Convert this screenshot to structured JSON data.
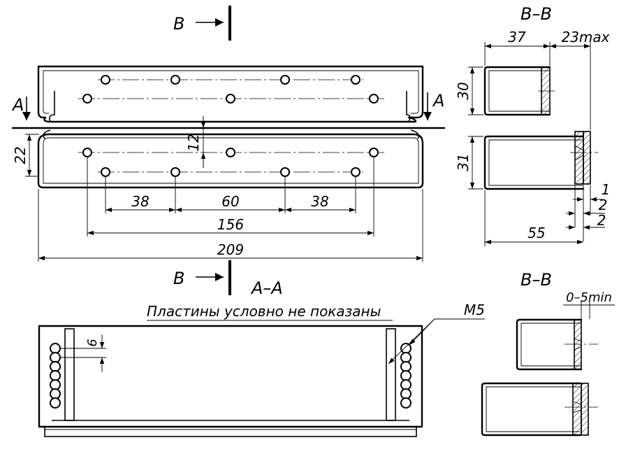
{
  "labels": {
    "section_b_top": "B",
    "section_b_bottom": "B",
    "section_a_left": "A",
    "section_a_right": "A",
    "view_bb_top": "B–B",
    "view_aa": "A–A",
    "view_bb_bottom": "B–B",
    "note": "Пластины условно не показаны",
    "thread": "M5"
  },
  "dims": {
    "d37": "37",
    "d23max": "23max",
    "d30": "30",
    "d31": "31",
    "d1": "1",
    "d2a": "2",
    "d2b": "2",
    "d55": "55",
    "d22": "22",
    "d12": "12",
    "d38a": "38",
    "d60": "60",
    "d38b": "38",
    "d156": "156",
    "d209": "209",
    "d6": "6",
    "d05min": "0–5min"
  }
}
